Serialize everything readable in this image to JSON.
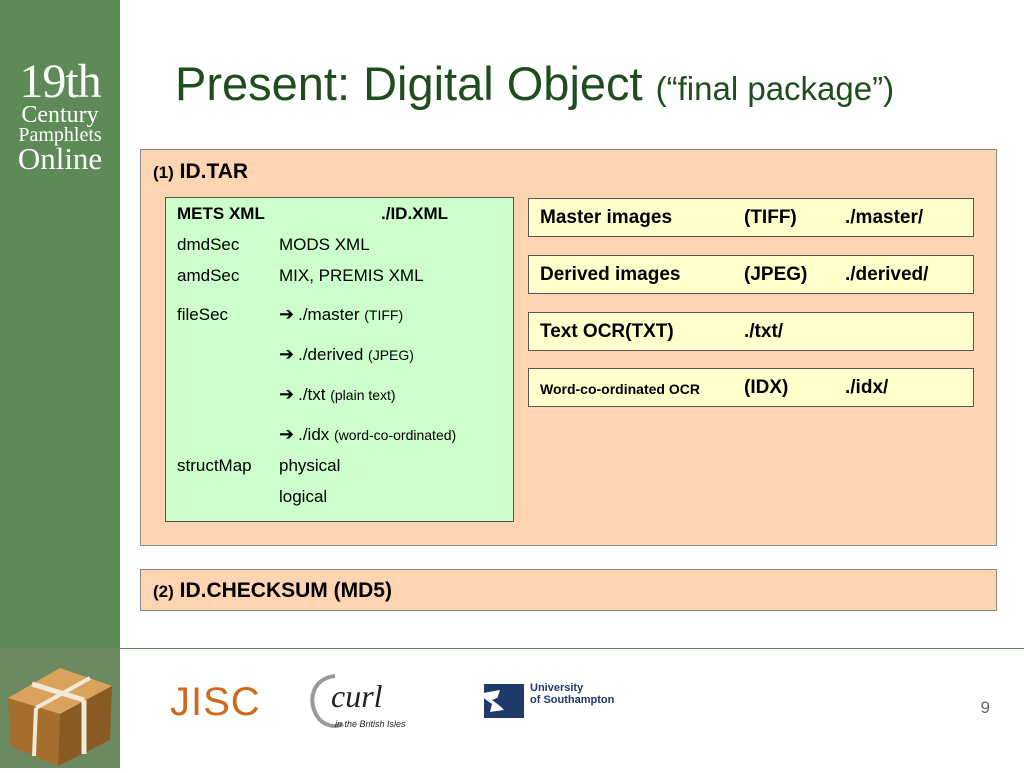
{
  "sidebar": {
    "logo_line1": "19th",
    "logo_line2": "Century",
    "logo_line3": "Pamphlets",
    "logo_line4": "Online"
  },
  "title": {
    "main": "Present: Digital Object",
    "sub": "(“final package”)"
  },
  "tar_box": {
    "number": "(1)",
    "label": "ID.TAR",
    "mets": {
      "header_key": "METS XML",
      "header_value": "./ID.XML",
      "rows": [
        {
          "key": "dmdSec",
          "value": "MODS XML"
        },
        {
          "key": "amdSec",
          "value": "MIX, PREMIS XML"
        }
      ],
      "filesec_key": "fileSec",
      "filesec_items": [
        {
          "path": "./master",
          "note": "(TIFF)"
        },
        {
          "path": "./derived",
          "note": "(JPEG)"
        },
        {
          "path": "./txt",
          "note": "(plain text)"
        },
        {
          "path": "./idx",
          "note": "(word-co-ordinated)"
        }
      ],
      "structmap_key": "structMap",
      "structmap_values": [
        "physical",
        "logical"
      ]
    },
    "packages": [
      {
        "name": "Master images",
        "format": "(TIFF)",
        "path": "./master/"
      },
      {
        "name": "Derived images",
        "format": "(JPEG)",
        "path": "./derived/"
      },
      {
        "name": "Text OCR(TXT)",
        "format": "",
        "path": "./txt/"
      },
      {
        "name": "Word-co-ordinated OCR",
        "format": "(IDX)",
        "path": "./idx/"
      }
    ]
  },
  "checksum_box": {
    "number": "(2)",
    "label": "ID.CHECKSUM (MD5)"
  },
  "footer": {
    "jisc": "JISC",
    "curl": "curl",
    "curl_sub": "in the British Isles",
    "soton_line1": "University",
    "soton_line2": "of Southampton",
    "page_number": "9"
  },
  "colors": {
    "sidebar": "#5e8a57",
    "title": "#1f4d1e",
    "tar_box": "#fdd5b3",
    "mets_box": "#ccffcc",
    "package_box": "#ffffcc",
    "jisc": "#d0691d"
  }
}
